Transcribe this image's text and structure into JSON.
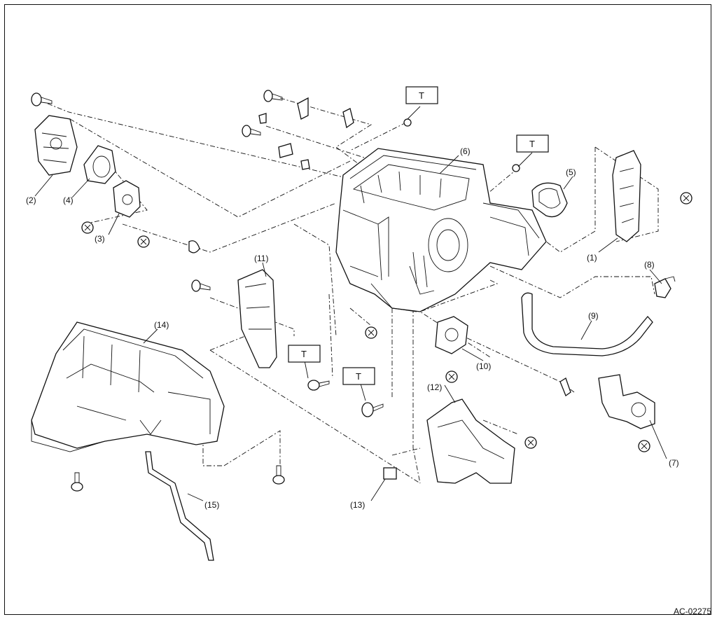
{
  "figure_code": "AC-02275",
  "torque_marker": "T",
  "callouts": [
    "(1)",
    "(2)",
    "(3)",
    "(4)",
    "(5)",
    "(6)",
    "(7)",
    "(8)",
    "(9)",
    "(10)",
    "(11)",
    "(12)",
    "(13)",
    "(14)",
    "(15)"
  ]
}
